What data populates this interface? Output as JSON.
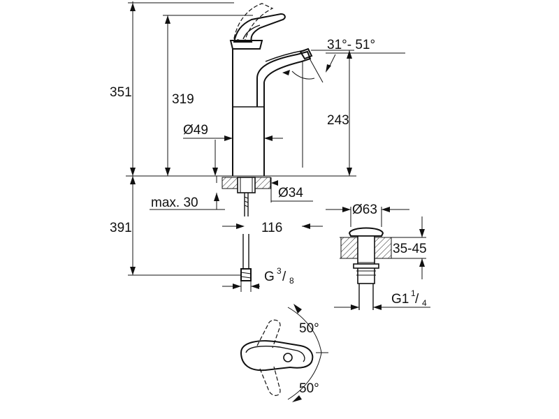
{
  "dimensions": {
    "total_height": "351",
    "spout_base_height": "319",
    "spout_height": "243",
    "below_counter": "391",
    "body_diameter": "Ø49",
    "hole_diameter": "Ø34",
    "max_counter_thickness": "max. 30",
    "spout_reach": "116",
    "spout_angle": "31°- 51°",
    "connection_thread_prefix": "G",
    "connection_thread_num": "3",
    "connection_thread_den": "8",
    "waste_diameter": "Ø63",
    "waste_range": "35-45",
    "waste_thread_prefix": "G1",
    "waste_thread_num": "1",
    "waste_thread_den": "4",
    "lever_angle_top": "50°",
    "lever_angle_bottom": "50°"
  }
}
